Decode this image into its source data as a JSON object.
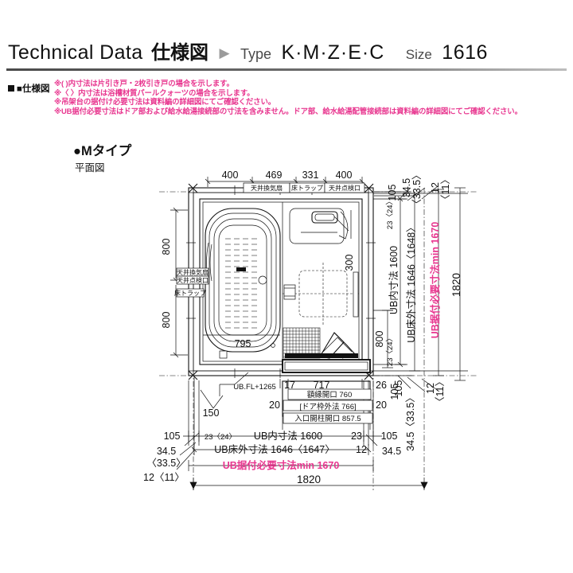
{
  "header": {
    "technical": "Technical Data",
    "title_jp": "仕様図",
    "triangle": "triangle-right-icon",
    "type_label": "Type",
    "type_codes": "K·M·Z·E·C",
    "size_label": "Size",
    "size_value": "1616"
  },
  "spec_section": {
    "marker_label": "■仕様図",
    "notes": [
      "※(  )内寸法は片引き戸・2枚引き戸の場合を示します。",
      "※〈  〉内寸法は浴槽材質パールクォーツの場合を示します。",
      "※吊架台の据付け必要寸法は資料編の詳細図にてご確認ください。",
      "※UB据付必要寸法はドア部および給水給湯接続部の寸法を含みません。ドア部、給水給湯配管接続部は資料編の詳細図にてご確認ください。"
    ]
  },
  "plan": {
    "type_heading": "●Mタイプ",
    "view_label": "平面図",
    "top_dims": [
      {
        "value": "400",
        "note": ""
      },
      {
        "value": "469",
        "note": "天井換気扇"
      },
      {
        "value": "331",
        "note": "床トラップ"
      },
      {
        "value": "400",
        "note": "天井点検口"
      }
    ],
    "top_right": {
      "d105": "105",
      "d345": "34.5",
      "d335": "〈33.5〉",
      "d12": "12",
      "d11": "〈11〉"
    },
    "left_dims": {
      "upper": "800",
      "lower": "800",
      "labels": [
        "天井換気扇",
        "天井点検口",
        "床トラップ"
      ]
    },
    "interior": {
      "tub_width": "795",
      "shower_dim": "300",
      "right_inner": "800"
    },
    "right_dims": {
      "gap_top": "23〈24〉",
      "gap_bottom": "23〈24〉",
      "ub_inner": "UB内寸法 1600",
      "ub_floor_outer": "UB床外寸法 1646〈1648〉",
      "ub_install": "UB据付必要寸法min 1670",
      "overall": "1820",
      "d105": "105",
      "d345_335": "34.5〈33.5〉",
      "d12": "12",
      "d11": "〈11〉"
    },
    "door_block": {
      "ub_fl": "UB.FL+1265",
      "d150": "150",
      "d17": "17",
      "d717": "717",
      "d26": "26",
      "d105": "105",
      "d20_left": "20",
      "d20_right": "20",
      "frame_opening": "額縁開口 760",
      "door_frame_outer": "[ドア枠外法 766]",
      "entry_post_opening": "入口開柱開口 857.5"
    },
    "bottom_dims": {
      "left_105": "105",
      "right_105": "105",
      "gap_left": "23〈24〉",
      "gap_right": "23",
      "ub_inner": "UB内寸法 1600",
      "ub_floor_outer": "UB床外寸法 1646〈1647〉",
      "d12_inline": "12",
      "left_345": "34.5",
      "left_335": "〈33.5〉",
      "left_1211": "12〈11〉",
      "right_345": "34.5",
      "ub_install": "UB据付必要寸法min 1670",
      "overall": "1820"
    }
  },
  "colors": {
    "accent_pink": "#e8368f",
    "ink": "#111111",
    "rule_gray": "#9b9b9b"
  }
}
